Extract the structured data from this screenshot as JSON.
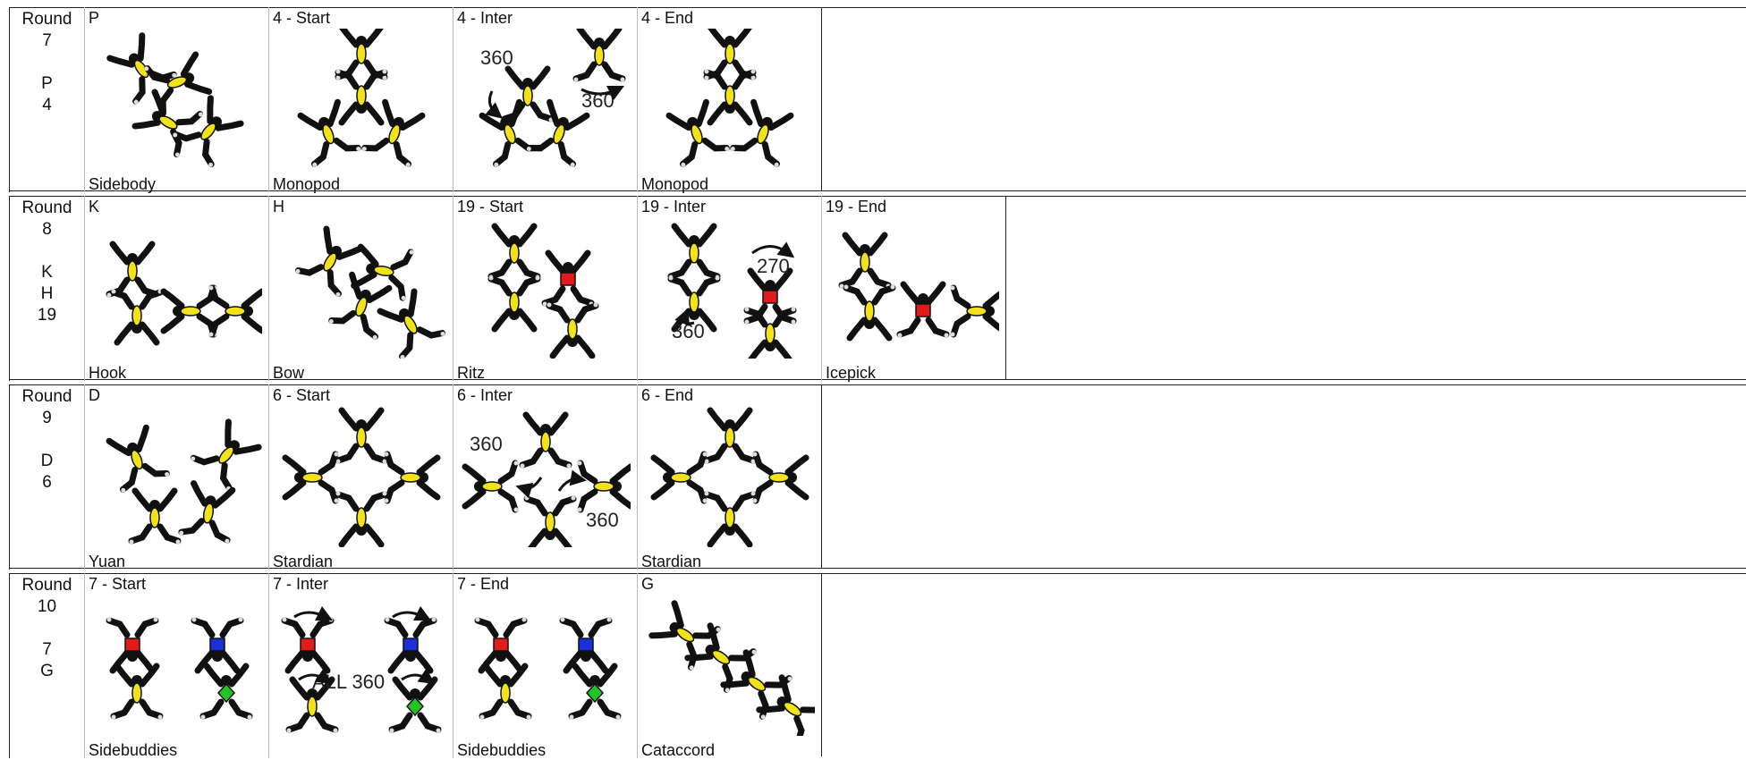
{
  "rounds": [
    {
      "label": [
        "Round",
        "7",
        "",
        "P",
        "4"
      ],
      "cells": [
        {
          "header": "P",
          "footer": "Sidebody",
          "formation": "sidebody"
        },
        {
          "header": "4 - Start",
          "footer": "Monopod",
          "formation": "monopod"
        },
        {
          "header": "4 - Inter",
          "footer": "",
          "formation": "inter4",
          "labels": [
            "360",
            "360"
          ]
        },
        {
          "header": "4 - End",
          "footer": "Monopod",
          "formation": "monopod"
        }
      ]
    },
    {
      "label": [
        "Round",
        "8",
        "",
        "K",
        "H",
        "19"
      ],
      "cells": [
        {
          "header": "K",
          "footer": "Hook",
          "formation": "hook"
        },
        {
          "header": "H",
          "footer": "Bow",
          "formation": "bow"
        },
        {
          "header": "19 - Start",
          "footer": "Ritz",
          "formation": "ritz"
        },
        {
          "header": "19 - Inter",
          "footer": "",
          "formation": "inter19",
          "labels": [
            "270",
            "360"
          ]
        },
        {
          "header": "19 - End",
          "footer": "Icepick",
          "formation": "icepick"
        }
      ]
    },
    {
      "label": [
        "Round",
        "9",
        "",
        "D",
        "6"
      ],
      "cells": [
        {
          "header": "D",
          "footer": "Yuan",
          "formation": "yuan"
        },
        {
          "header": "6 - Start",
          "footer": "Stardian",
          "formation": "stardian"
        },
        {
          "header": "6 - Inter",
          "footer": "",
          "formation": "inter6",
          "labels": [
            "360",
            "360"
          ]
        },
        {
          "header": "6 - End",
          "footer": "Stardian",
          "formation": "stardian"
        }
      ]
    },
    {
      "label": [
        "Round",
        "10",
        "",
        "7",
        "G"
      ],
      "cells": [
        {
          "header": "7 - Start",
          "footer": "Sidebuddies",
          "formation": "sidebuddies"
        },
        {
          "header": "7 - Inter",
          "footer": "",
          "formation": "inter7",
          "labels": [
            "ALL 360"
          ]
        },
        {
          "header": "7 - End",
          "footer": "Sidebuddies",
          "formation": "sidebuddies"
        },
        {
          "header": "G",
          "footer": "Cataccord",
          "formation": "cataccord"
        }
      ]
    }
  ],
  "colors": {
    "body": "#111111",
    "grip": "#f2e21a",
    "red": "#e01b1b",
    "blue": "#1a2fd6",
    "green": "#22c322"
  }
}
